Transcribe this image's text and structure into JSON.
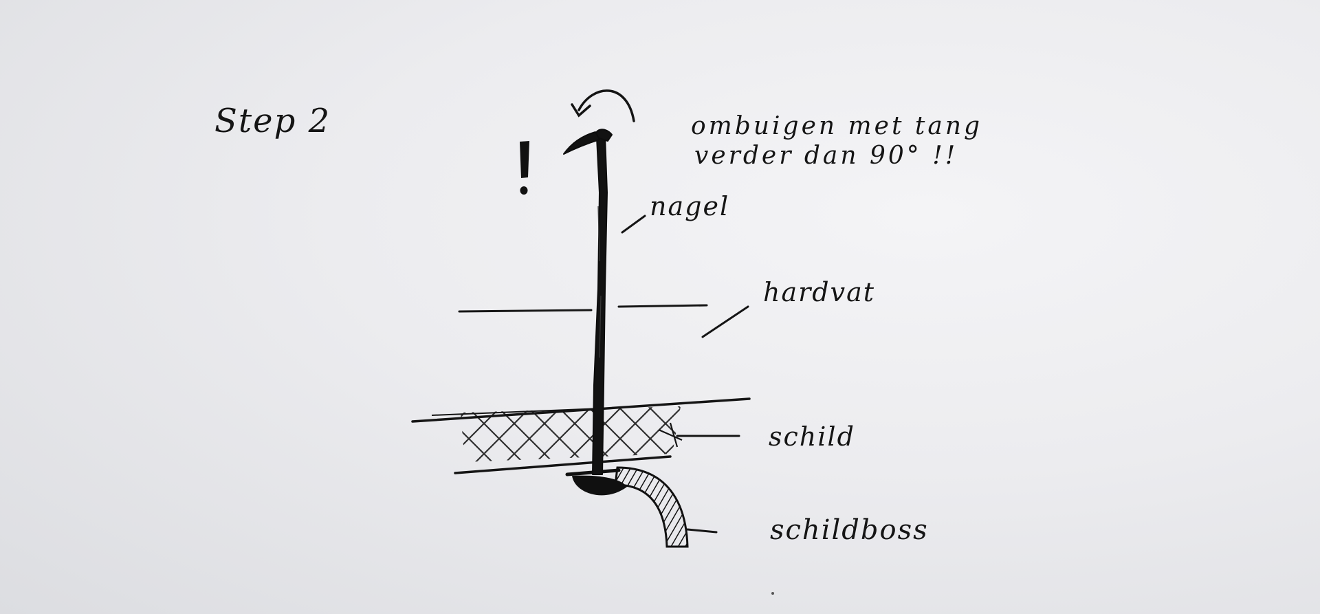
{
  "title": "Step 2",
  "note": {
    "line1": "ombuigen met tang",
    "line2": "verder dan 90° !!"
  },
  "labels": {
    "nagel": "nagel",
    "hardvat": "hardvat",
    "schild": "schild",
    "schildboss": "schildboss"
  },
  "colors": {
    "ink": "#151515",
    "paper": "#ececef"
  },
  "icons": [
    "bend-arrow-icon",
    "exclamation-icon"
  ]
}
